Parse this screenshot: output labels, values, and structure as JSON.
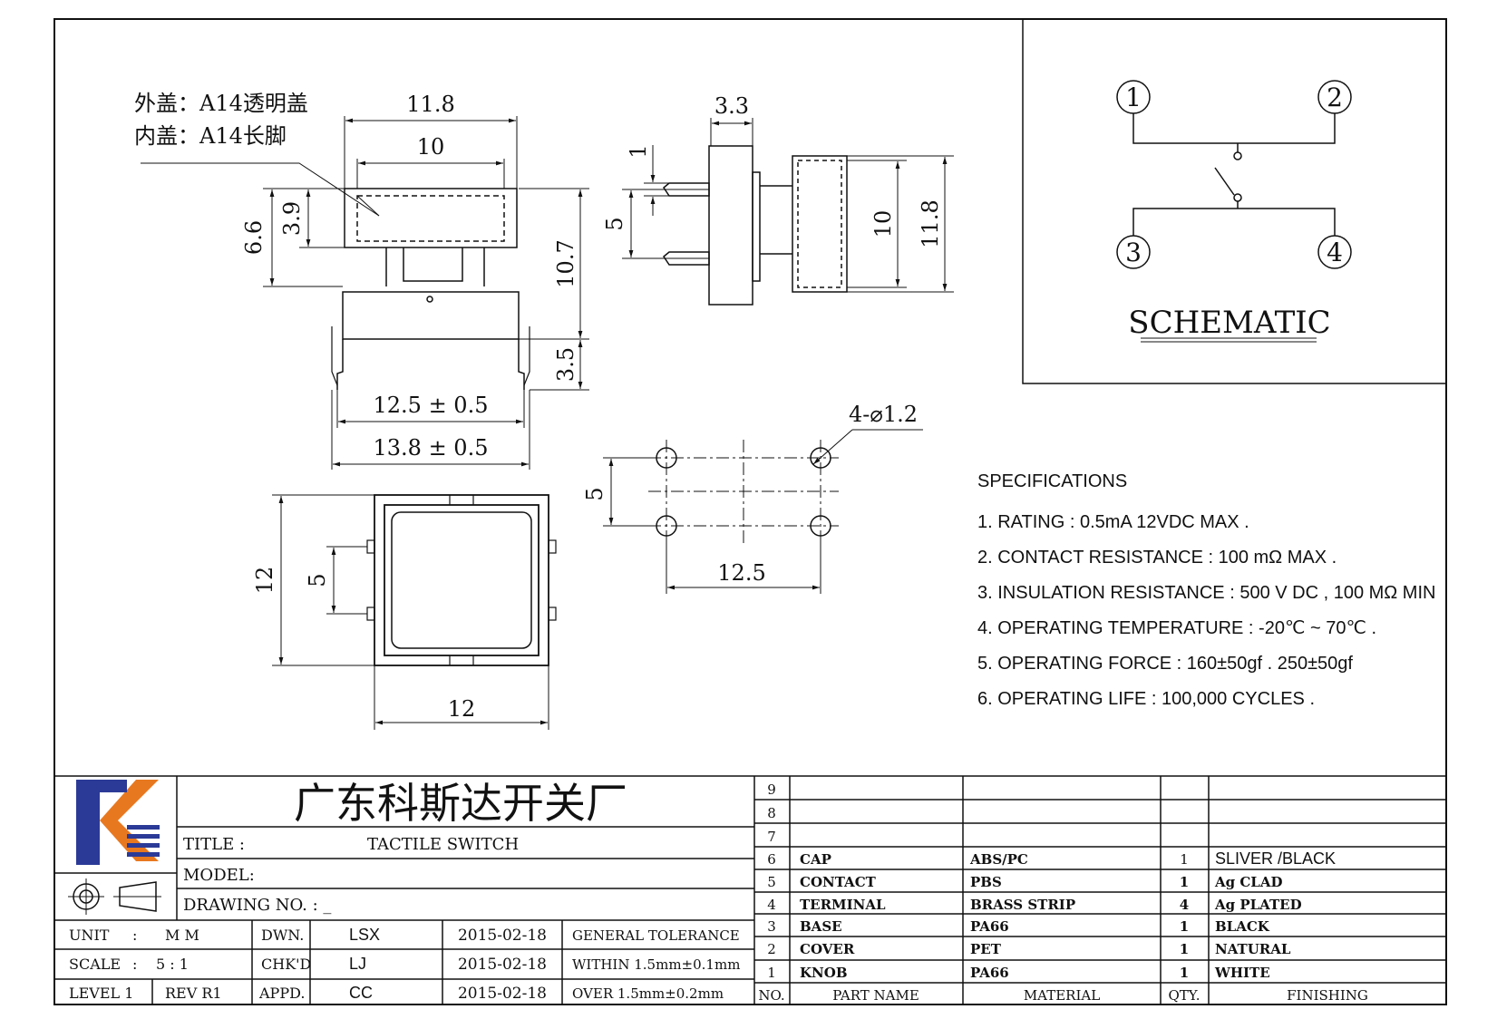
{
  "drawing": {
    "cover_label_outer": "外盖：A14透明盖",
    "cover_label_inner": "内盖：A14长脚",
    "dims_front": {
      "width_cap": "11.8",
      "width_inner": "10",
      "height_total": "6.6",
      "height_cap": "3.9",
      "height_body": "10.7",
      "leg_length": "3.5",
      "leg_span_inner": "12.5 ± 0.5",
      "leg_span_outer": "13.8 ± 0.5"
    },
    "dims_side": {
      "depth": "3.3",
      "pin_offset": "1",
      "pin_pitch": "5",
      "inner": "10",
      "outer": "11.8"
    },
    "dims_top": {
      "height": "12",
      "pad_pitch": "5",
      "width": "12"
    },
    "dims_pcb": {
      "hole": "4-⌀1.2",
      "pitch_y": "5",
      "pitch_x": "12.5"
    }
  },
  "schematic": {
    "title": "SCHEMATIC",
    "pins": [
      "1",
      "2",
      "3",
      "4"
    ]
  },
  "specifications": {
    "heading": "SPECIFICATIONS",
    "lines": [
      "1. RATING : 0.5mA 12VDC MAX .",
      "2. CONTACT RESISTANCE : 100 mΩ MAX .",
      "3. INSULATION RESISTANCE : 500 V DC , 100 MΩ MIN",
      "4. OPERATING TEMPERATURE : -20℃ ~ 70℃ .",
      "5. OPERATING FORCE : 160±50gf . 250±50gf",
      "6. OPERATING LIFE : 100,000 CYCLES ."
    ]
  },
  "title_block": {
    "company": "广东科斯达开关厂",
    "title_label": "TITLE :",
    "title_value": "TACTILE SWITCH",
    "model_label": "MODEL:",
    "drawing_no_label": "DRAWING NO.  : _",
    "unit_label": "UNIT",
    "unit_sep": ":",
    "unit_value": "M M",
    "scale_label": "SCALE",
    "scale_sep": ":",
    "scale_value": "5 : 1",
    "level_label": "LEVEL 1",
    "rev_label": "REV  R1",
    "dwn_label": "DWN.",
    "dwn_name": "LSX",
    "dwn_date": "2015-02-18",
    "chk_label": "CHK'D",
    "chk_name": "LJ",
    "chk_date": "2015-02-18",
    "appd_label": "APPD.",
    "appd_name": "CC",
    "appd_date": "2015-02-18",
    "tol_title": "GENERAL TOLERANCE",
    "tol_within": "WITHIN 1.5mm±0.1mm",
    "tol_over": "OVER   1.5mm±0.2mm"
  },
  "bom": {
    "header": {
      "no": "NO.",
      "part": "PART  NAME",
      "material": "MATERIAL",
      "qty": "QTY.",
      "finishing": "FINISHING"
    },
    "rows": [
      {
        "no": "9",
        "part": "",
        "material": "",
        "qty": "",
        "finishing": ""
      },
      {
        "no": "8",
        "part": "",
        "material": "",
        "qty": "",
        "finishing": ""
      },
      {
        "no": "7",
        "part": "",
        "material": "",
        "qty": "",
        "finishing": ""
      },
      {
        "no": "6",
        "part": "CAP",
        "material": "ABS/PC",
        "qty": "1",
        "finishing": "SLIVER /BLACK"
      },
      {
        "no": "5",
        "part": "CONTACT",
        "material": "PBS",
        "qty": "1",
        "finishing": "Ag CLAD"
      },
      {
        "no": "4",
        "part": "TERMINAL",
        "material": "BRASS STRIP",
        "qty": "4",
        "finishing": "Ag PLATED"
      },
      {
        "no": "3",
        "part": "BASE",
        "material": "PA66",
        "qty": "1",
        "finishing": "BLACK"
      },
      {
        "no": "2",
        "part": "COVER",
        "material": "PET",
        "qty": "1",
        "finishing": "NATURAL"
      },
      {
        "no": "1",
        "part": "KNOB",
        "material": "PA66",
        "qty": "1",
        "finishing": "WHITE"
      }
    ]
  },
  "colors": {
    "logo_blue": "#2b3a97",
    "logo_orange": "#e8781f",
    "line": "#111111"
  }
}
